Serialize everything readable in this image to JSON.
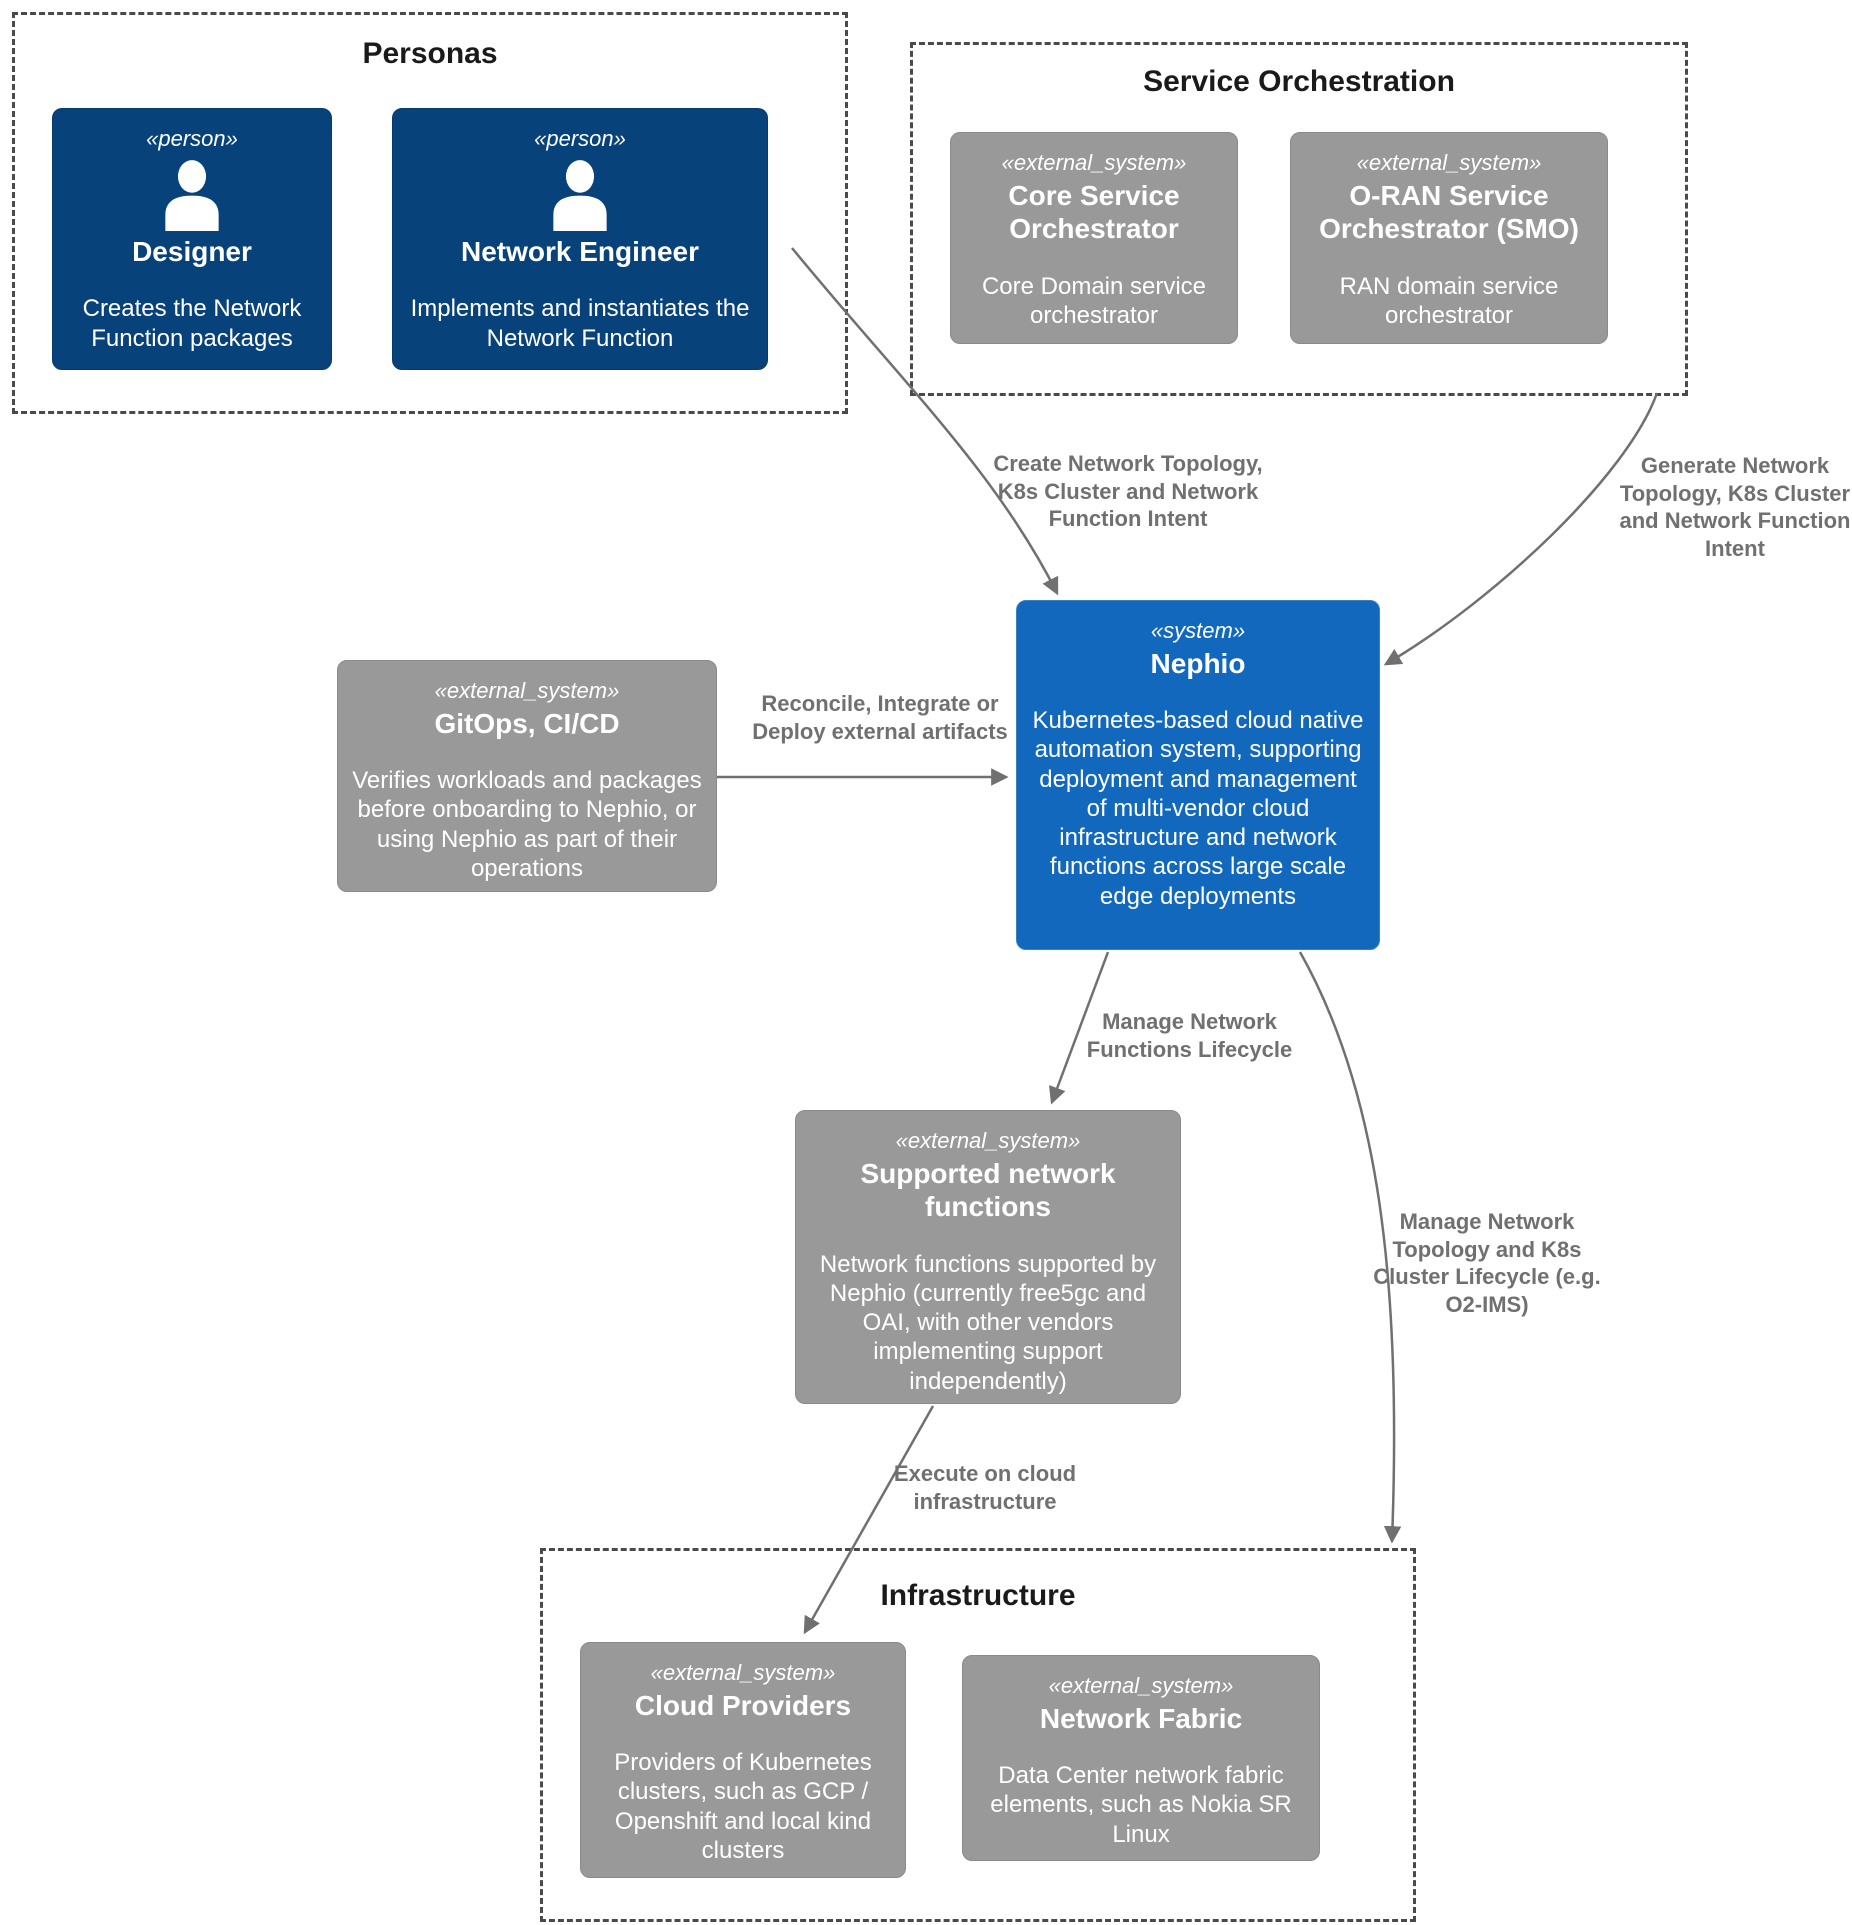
{
  "groups": {
    "personas": {
      "title": "Personas"
    },
    "service_orchestration": {
      "title": "Service Orchestration"
    },
    "infrastructure": {
      "title": "Infrastructure"
    }
  },
  "nodes": {
    "designer": {
      "stereotype": "«person»",
      "name": "Designer",
      "description": "Creates the Network Function packages"
    },
    "network_engineer": {
      "stereotype": "«person»",
      "name": "Network Engineer",
      "description": "Implements and instantiates the Network Function"
    },
    "core_service_orchestrator": {
      "stereotype": "«external_system»",
      "name": "Core Service Orchestrator",
      "description": "Core Domain service orchestrator"
    },
    "oran_service_orchestrator": {
      "stereotype": "«external_system»",
      "name": "O-RAN Service Orchestrator (SMO)",
      "description": "RAN domain service orchestrator"
    },
    "gitops": {
      "stereotype": "«external_system»",
      "name": "GitOps, CI/CD",
      "description": "Verifies workloads and packages before onboarding to Nephio, or using Nephio as part of their operations"
    },
    "nephio": {
      "stereotype": "«system»",
      "name": "Nephio",
      "description": "Kubernetes-based cloud native automation system, supporting deployment and management of multi-vendor cloud infrastructure and network functions across large scale edge deployments"
    },
    "supported_network_functions": {
      "stereotype": "«external_system»",
      "name": "Supported network functions",
      "description": "Network functions supported by Nephio (currently free5gc and OAI, with other vendors implementing support independently)"
    },
    "cloud_providers": {
      "stereotype": "«external_system»",
      "name": "Cloud Providers",
      "description": "Providers of Kubernetes clusters, such as GCP / Openshift and local kind clusters"
    },
    "network_fabric": {
      "stereotype": "«external_system»",
      "name": "Network Fabric",
      "description": "Data Center network fabric elements, such as Nokia SR Linux"
    }
  },
  "edges": {
    "create_intent": {
      "label": "Create Network Topology, K8s Cluster and Network Function Intent"
    },
    "generate_intent": {
      "label": "Generate Network Topology, K8s Cluster and Network Function Intent"
    },
    "reconcile": {
      "label": "Reconcile, Integrate or Deploy external artifacts"
    },
    "manage_nf_lifecycle": {
      "label": "Manage Network Functions Lifecycle"
    },
    "manage_topology": {
      "label": "Manage Network Topology and K8s Cluster Lifecycle (e.g. O2-IMS)"
    },
    "execute_on_cloud": {
      "label": "Execute on cloud infrastructure"
    }
  },
  "colors": {
    "person_fill": "#08427B",
    "system_fill": "#1168BD",
    "external_system_fill": "#999999",
    "relationship": "#707070",
    "boundary": "#4a4a4a"
  }
}
